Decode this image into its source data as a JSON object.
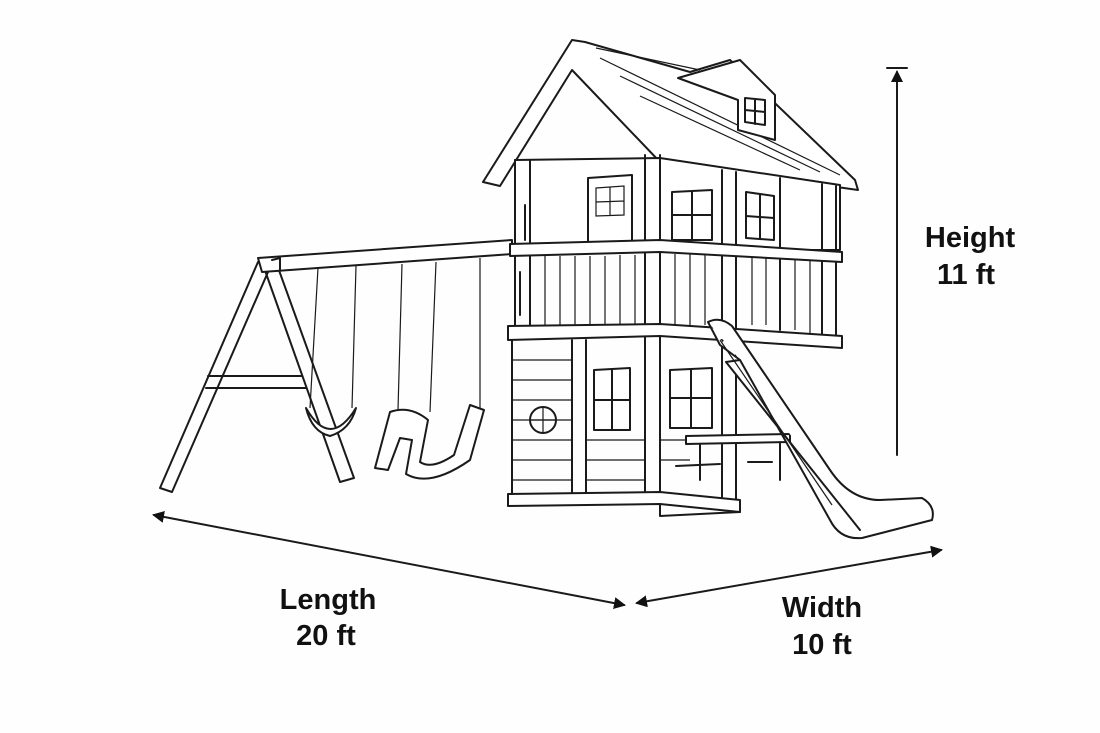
{
  "dimensions": {
    "height": {
      "label": "Height",
      "value": "11 ft"
    },
    "length": {
      "label": "Length",
      "value": "20 ft"
    },
    "width": {
      "label": "Width",
      "value": "10 ft"
    }
  },
  "colors": {
    "line": "#1a1a1a",
    "background": "#fefefe"
  }
}
